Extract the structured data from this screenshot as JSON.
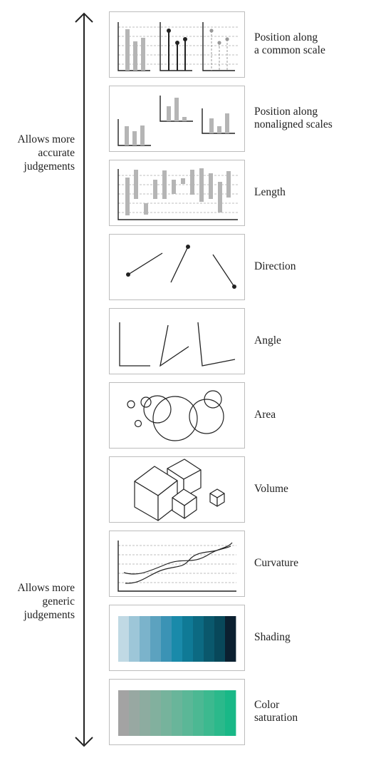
{
  "side_notes": {
    "top": "Allows more\naccurate\njudgements",
    "bottom": "Allows more\ngeneric\njudgements"
  },
  "items": [
    {
      "label_lines": [
        "Position along",
        "a common scale"
      ]
    },
    {
      "label_lines": [
        "Position along",
        "nonaligned scales"
      ]
    },
    {
      "label_lines": [
        "Length"
      ]
    },
    {
      "label_lines": [
        "Direction"
      ]
    },
    {
      "label_lines": [
        "Angle"
      ]
    },
    {
      "label_lines": [
        "Area"
      ]
    },
    {
      "label_lines": [
        "Volume"
      ]
    },
    {
      "label_lines": [
        "Curvature"
      ]
    },
    {
      "label_lines": [
        "Shading"
      ]
    },
    {
      "label_lines": [
        "Color",
        "saturation"
      ]
    }
  ],
  "colors": {
    "shading": [
      "#c0d9e4",
      "#9dc6d8",
      "#7bb3cb",
      "#5ca2bf",
      "#3b93b5",
      "#1a8aaa",
      "#0f7a96",
      "#0c6a82",
      "#0a586c",
      "#08485a",
      "#0b2030"
    ],
    "saturation": [
      "#a3a3a3",
      "#98a8a2",
      "#8daca0",
      "#82b09e",
      "#76b39c",
      "#69b59a",
      "#5bb797",
      "#4cb893",
      "#3cb98f",
      "#2bb98b",
      "#19b887"
    ]
  }
}
